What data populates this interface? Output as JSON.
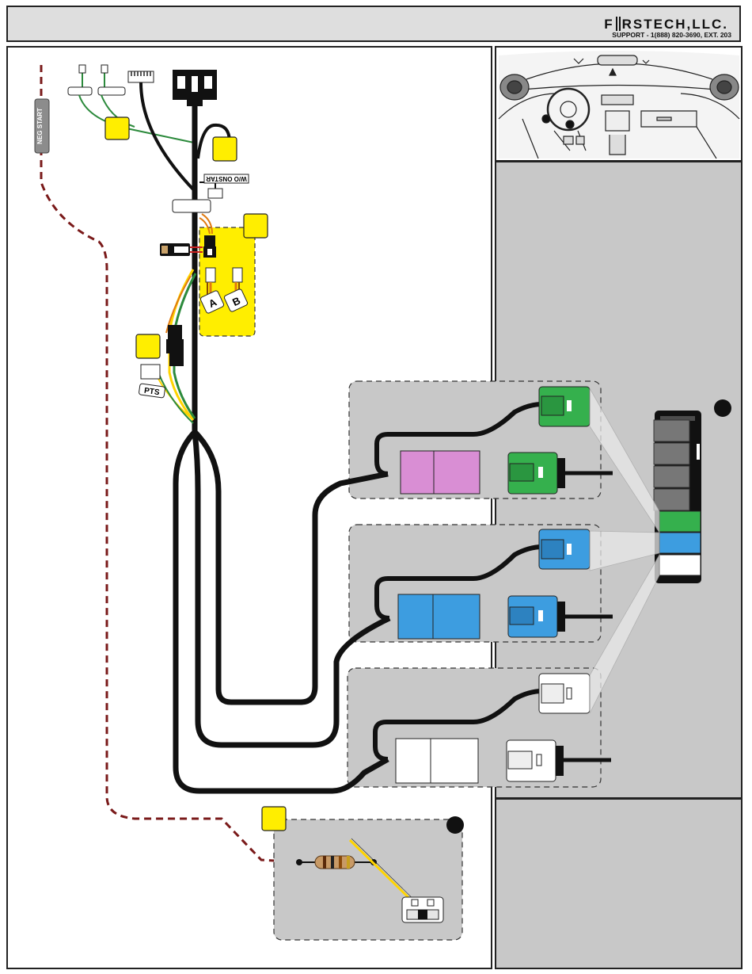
{
  "header": {
    "brand": "F RSTECH,LLC.",
    "brand_left": "F",
    "brand_right": "RSTECH,LLC.",
    "support": "SUPPORT - 1(888) 820-3690, EXT. 203"
  },
  "labels": {
    "neg_start": "NEG START",
    "wo_onstar": "W/O ONSTAR",
    "plug_a": "A",
    "plug_b": "B",
    "pts": "PTS"
  },
  "colors": {
    "accent_yellow": "#ffee00",
    "wire_black": "#111111",
    "wire_dashed": "#7a1a1a",
    "connector_green": "#35b04d",
    "connector_blue": "#3d9de0",
    "connector_pink": "#d98ed4",
    "connector_white": "#ffffff",
    "panel_gray": "#c8c8c8"
  }
}
